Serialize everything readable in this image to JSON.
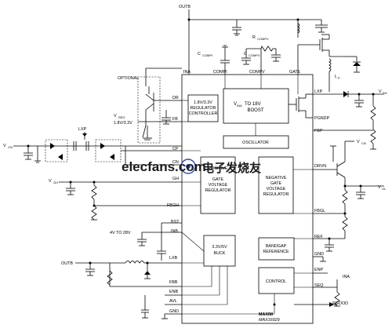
{
  "ic": {
    "part": "MAX16929",
    "logo": "MAXIM"
  },
  "blocks": {
    "regulator": [
      "1.8V/3.3V",
      "REGULATOR",
      "CONTROLLER"
    ],
    "boost": [
      "V",
      "INA",
      " TO 18V",
      "BOOST"
    ],
    "oscillator": "OSCILLATOR",
    "pos_gate": [
      "POSITIVE",
      "GATE",
      "VOLTAGE",
      "REGULATOR"
    ],
    "neg_gate": [
      "NEGATIVE",
      "GATE",
      "VOLTAGE",
      "REGULATOR"
    ],
    "buck": [
      "3.3V/5V",
      "BUCK"
    ],
    "bandgap": [
      "BANDGAP",
      "REFERENCE"
    ],
    "control": "CONTROL"
  },
  "pins_left": [
    "INA",
    "DR",
    "FB",
    "CP",
    "CN",
    "GH",
    "FBGH",
    "BST",
    "INB",
    "LXB",
    "FBB",
    "ENB",
    "AVL",
    "GND"
  ],
  "pins_top": [
    "COMPI",
    "COMPV",
    "GATE"
  ],
  "pins_right": [
    "LXP",
    "PGNDP",
    "FBP",
    "DRVN",
    "FBGL",
    "REF",
    "GND",
    "ENP",
    "SEQ"
  ],
  "labels": {
    "outb_top": "OUTB",
    "outb_left": "OUTB",
    "optional": "OPTIONAL",
    "vreg": [
      "V",
      "REG",
      "1.8V/3.3V"
    ],
    "lxp": "LXP",
    "vcn_left": [
      "V",
      "CN"
    ],
    "vcn_right": [
      "V",
      "CN"
    ],
    "vgh": [
      "V",
      "GH"
    ],
    "vsh": [
      "V",
      "SH"
    ],
    "vgl": [
      "V",
      "GL"
    ],
    "input_range": "4V TO 28V",
    "rcompv": [
      "R",
      "COMPV"
    ],
    "ccompv": [
      "C",
      "COMPV"
    ],
    "ccompi": [
      "C",
      "COMPI"
    ],
    "lp": [
      "L",
      "P"
    ],
    "ina_right": "INA",
    "pgood": "PGOOD"
  },
  "watermark": {
    "site": "elecfans.com",
    "cn": "电子发烧友",
    "color_main": "#1a1a1a",
    "color_accent": "#2e4ea8"
  }
}
